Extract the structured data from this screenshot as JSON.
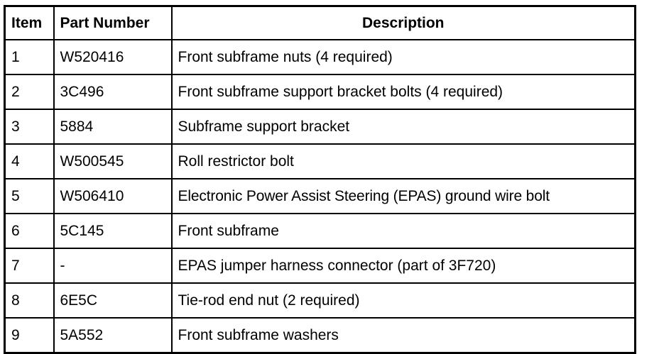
{
  "table": {
    "columns": [
      {
        "key": "item",
        "label": "Item",
        "align": "left"
      },
      {
        "key": "part_number",
        "label": "Part Number",
        "align": "left"
      },
      {
        "key": "description",
        "label": "Description",
        "align": "center"
      }
    ],
    "rows": [
      {
        "item": "1",
        "part_number": "W520416",
        "description": "Front subframe nuts (4 required)"
      },
      {
        "item": "2",
        "part_number": "3C496",
        "description": "Front subframe support bracket bolts (4 required)"
      },
      {
        "item": "3",
        "part_number": "5884",
        "description": "Subframe support bracket"
      },
      {
        "item": "4",
        "part_number": "W500545",
        "description": "Roll restrictor bolt"
      },
      {
        "item": "5",
        "part_number": "W506410",
        "description": "Electronic Power Assist Steering (EPAS) ground wire bolt"
      },
      {
        "item": "6",
        "part_number": "5C145",
        "description": "Front subframe"
      },
      {
        "item": "7",
        "part_number": "-",
        "description": "EPAS jumper harness connector (part of 3F720)"
      },
      {
        "item": "8",
        "part_number": "6E5C",
        "description": "Tie-rod end nut (2 required)"
      },
      {
        "item": "9",
        "part_number": "5A552",
        "description": "Front subframe washers"
      }
    ]
  },
  "colors": {
    "background": "#ffffff",
    "text": "#000000",
    "border": "#000000"
  }
}
